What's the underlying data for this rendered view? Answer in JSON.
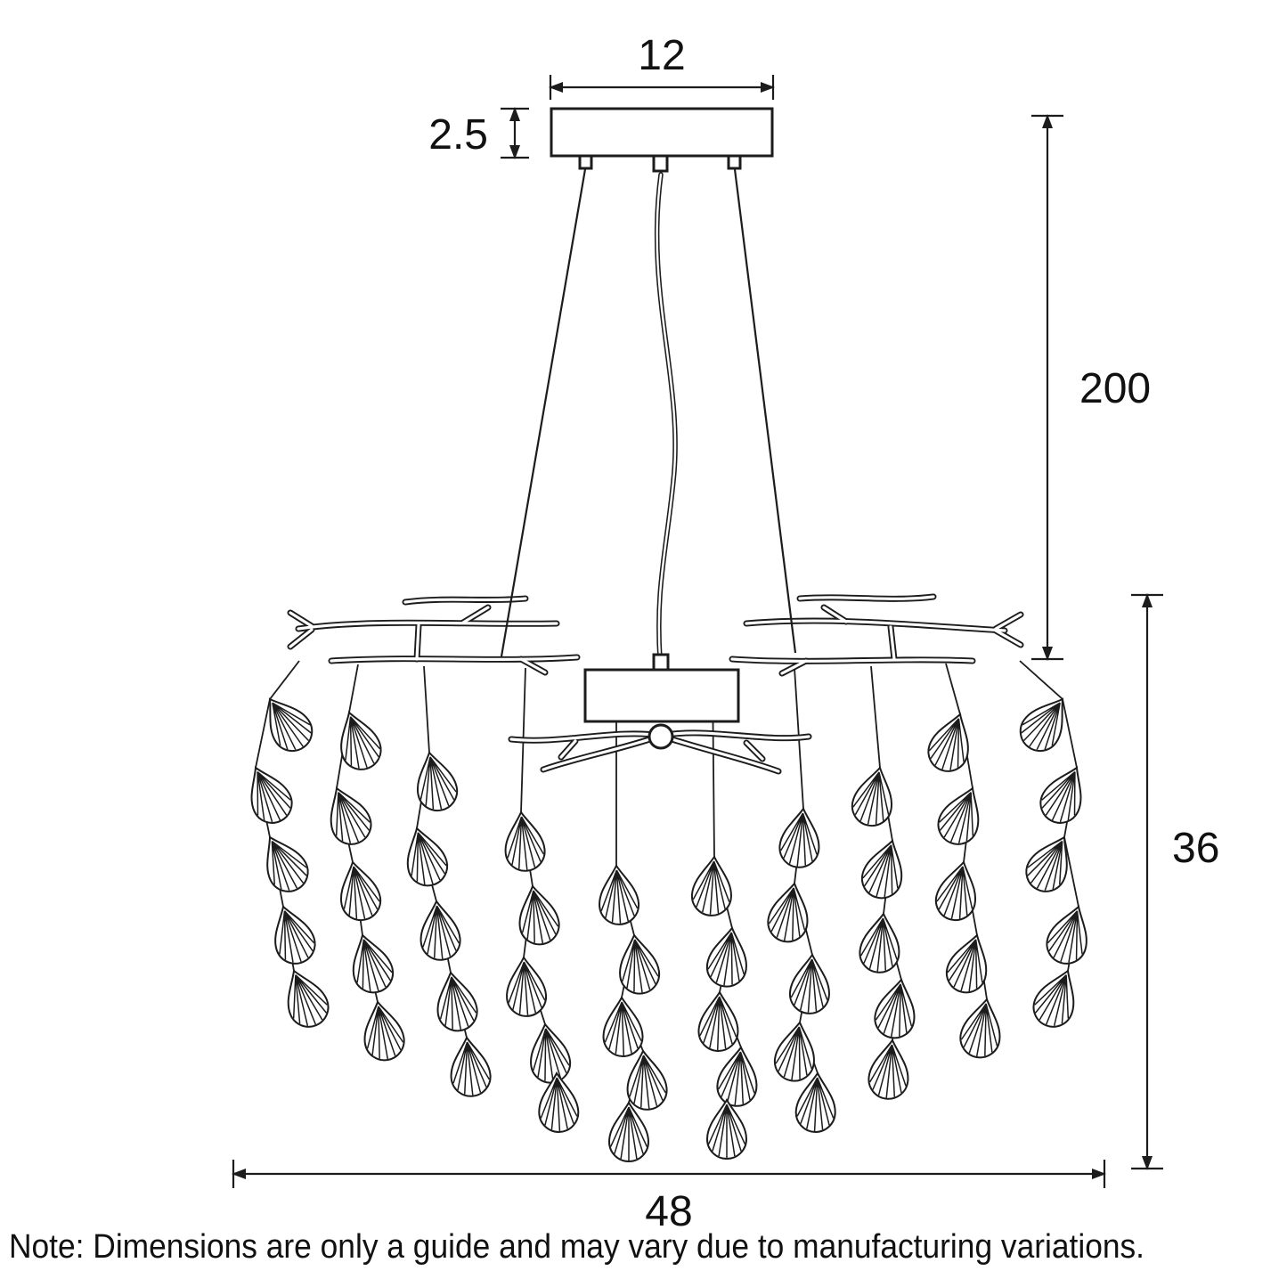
{
  "diagram": {
    "dimensions": {
      "canopy_width": "12",
      "canopy_height": "2.5",
      "drop_length": "200",
      "body_height": "36",
      "body_width": "48"
    },
    "note": "Note: Dimensions are only a guide and may vary due to manufacturing variations.",
    "colors": {
      "line": "#1c1c1c",
      "background": "#ffffff"
    }
  }
}
